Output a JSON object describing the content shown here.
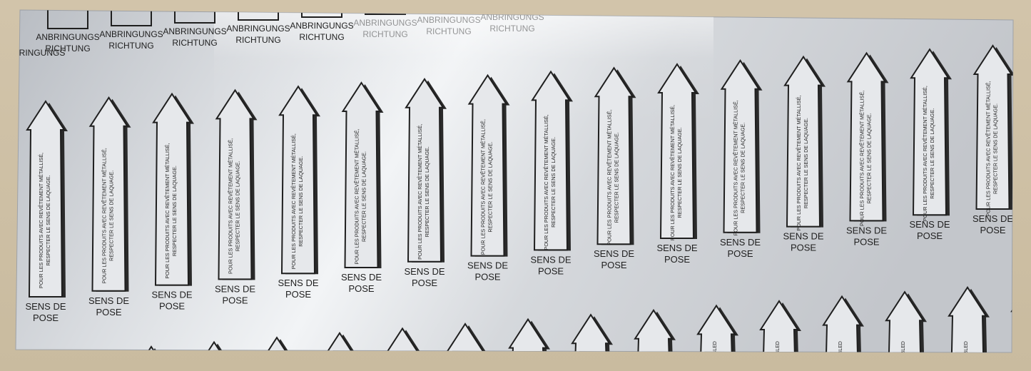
{
  "labels": {
    "top_line1": "ANBRINGUNGS",
    "top_line2": "RICHTUNG",
    "arrow_text_line1": "POUR LES PRODUITS AVEC REVÊTEMENT MÉTALLISÉ,",
    "arrow_text_line2": "RESPECTER LE SENS DE LAQUAGE.",
    "bottom_line1": "SENS  DE",
    "bottom_line2": "POSE",
    "lower_partial_text": "BE ASSEMBLED"
  },
  "colors": {
    "background": "#cdbfa6",
    "sheet_light": "#eef0f2",
    "sheet_mid": "#c9ccd1",
    "ink": "#1f1f1f",
    "shadow": "#2a2a2a"
  },
  "pattern": {
    "main_arrow_count": 16,
    "top_label_count": 8,
    "lower_arrow_count": 15
  }
}
